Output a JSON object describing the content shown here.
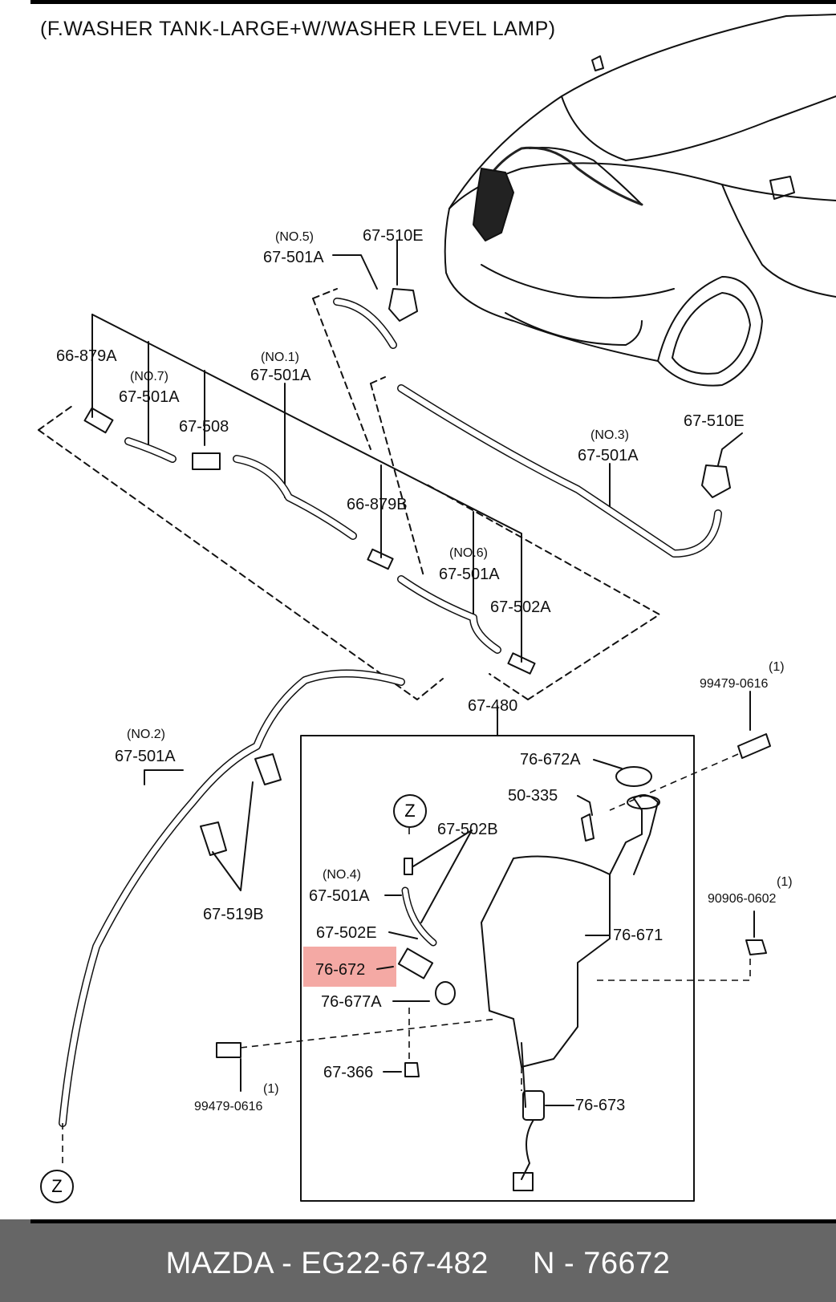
{
  "title": "(F.WASHER TANK-LARGE+W/WASHER LEVEL LAMP)",
  "highlight_color": "#f4a9a4",
  "labels": {
    "no5": "(NO.5)",
    "p67_501A_no5": "67-501A",
    "p67_510E_top": "67-510E",
    "p66_879A": "66-879A",
    "no7": "(NO.7)",
    "p67_501A_no7": "67-501A",
    "p67_508": "67-508",
    "no1": "(NO.1)",
    "p67_501A_no1": "67-501A",
    "p66_879B": "66-879B",
    "no6": "(NO.6)",
    "p67_501A_no6": "67-501A",
    "p67_502A": "67-502A",
    "no3": "(NO.3)",
    "p67_501A_no3": "67-501A",
    "p67_510E_right": "67-510E",
    "q1_a": "(1)",
    "p99479_0616_a": "99479-0616",
    "p67_480": "67-480",
    "no2": "(NO.2)",
    "p67_501A_no2": "67-501A",
    "p76_672A": "76-672A",
    "p50_335": "50-335",
    "z_top": "Z",
    "p67_502B": "67-502B",
    "no4": "(NO.4)",
    "p67_501A_no4": "67-501A",
    "p67_519B": "67-519B",
    "q1_b": "(1)",
    "p90906_0602": "90906-0602",
    "p67_502E": "67-502E",
    "p76_671": "76-671",
    "p76_672": "76-672",
    "p76_677A": "76-677A",
    "p67_366": "67-366",
    "q1_c": "(1)",
    "p99479_0616_b": "99479-0616",
    "p76_673": "76-673",
    "z_bottom": "Z"
  },
  "footer": {
    "left": "MAZDA - EG22-67-482",
    "right": "N - 76672"
  }
}
